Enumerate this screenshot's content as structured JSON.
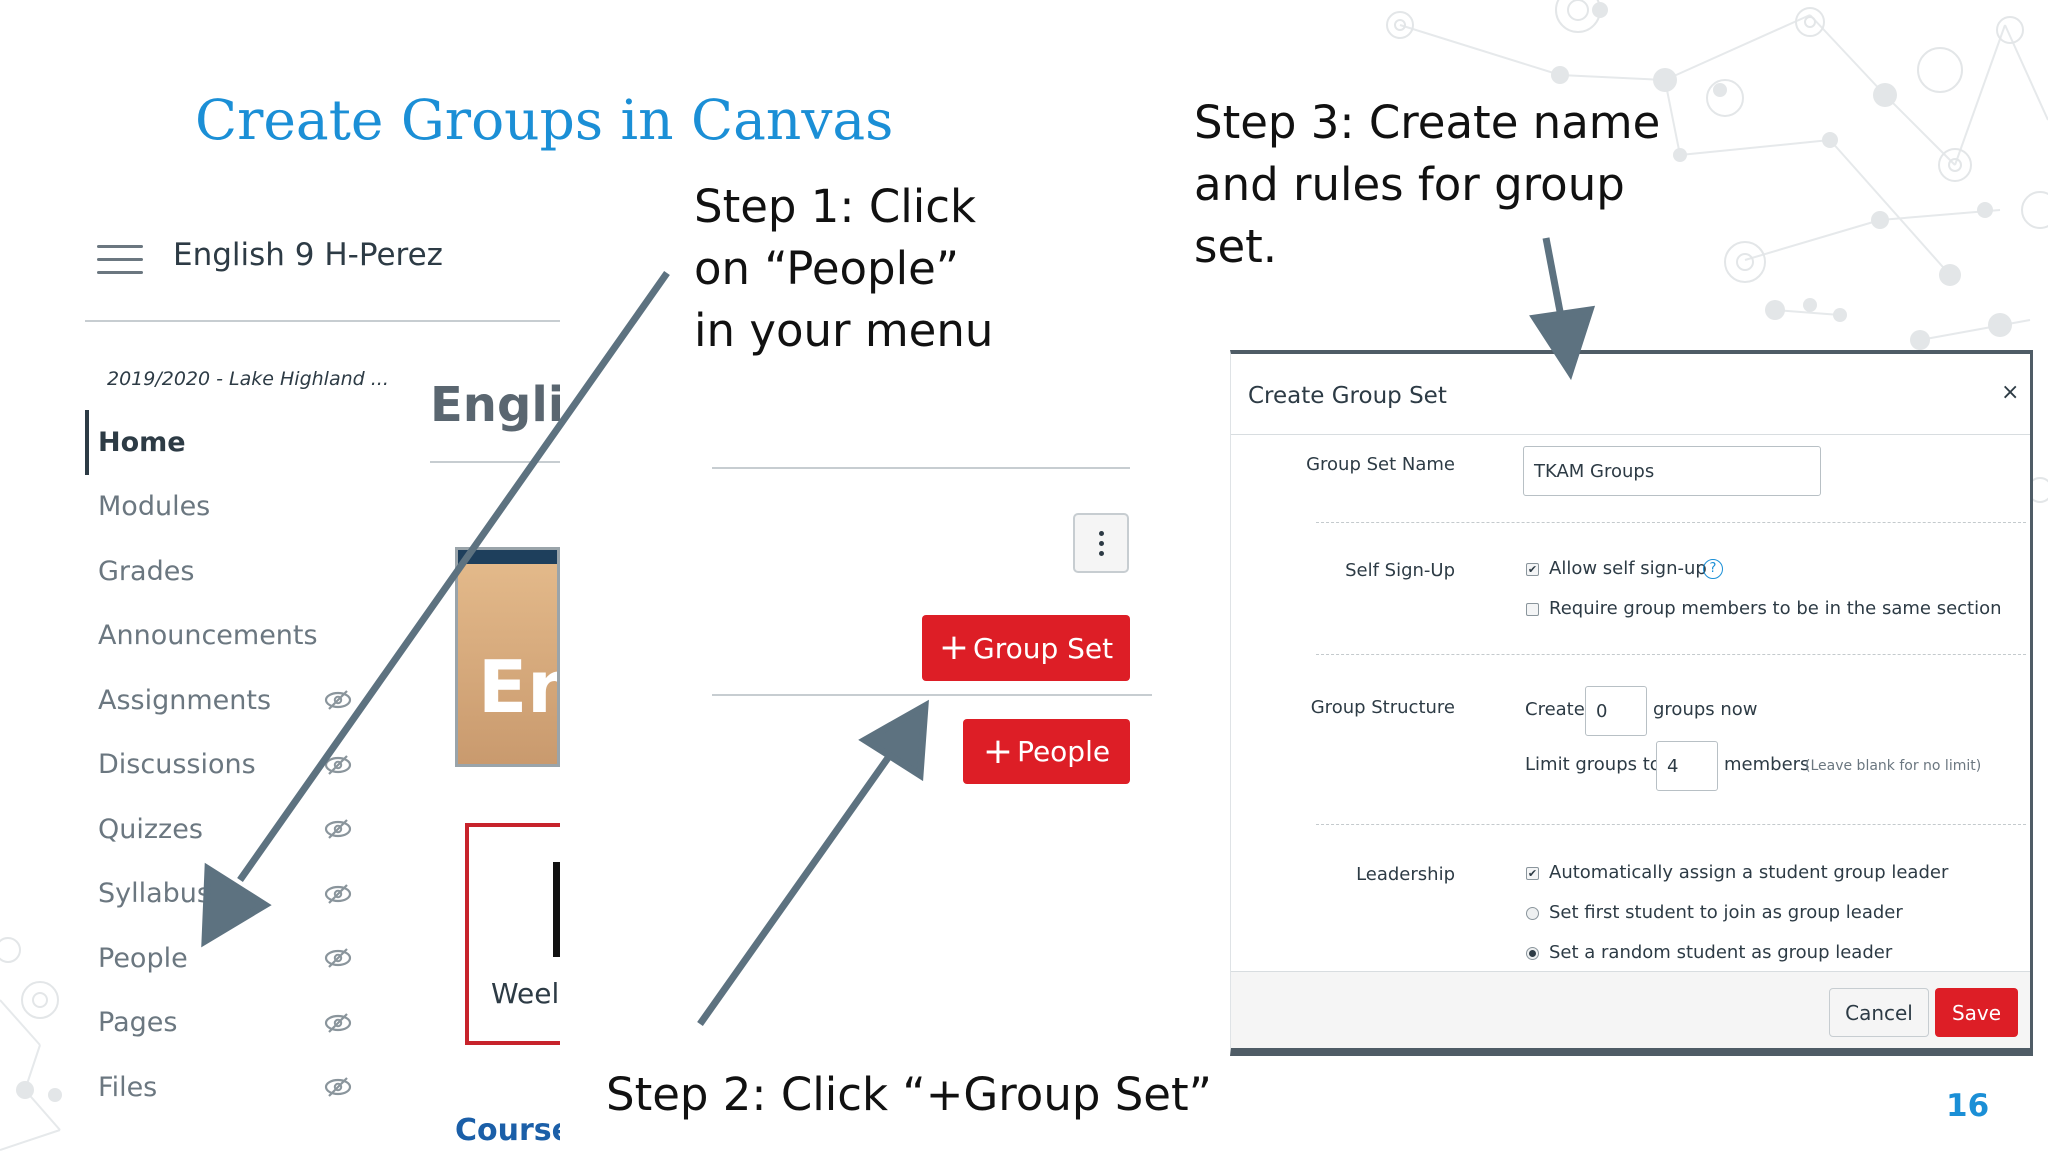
{
  "slide": {
    "title": "Create Groups in Canvas",
    "page_number": "16",
    "accent_color": "#1b8fd6",
    "arrow_color": "#5d7280"
  },
  "steps": {
    "step1_lines": [
      "Step 1: Click",
      "on “People”",
      "in your menu"
    ],
    "step2": "Step 2: Click “+Group Set”",
    "step3_lines": [
      "Step 3: Create name",
      "and rules for group",
      "set."
    ]
  },
  "canvas": {
    "menu_icon": "hamburger-icon",
    "course_name": "English 9 H-Perez",
    "term": "2019/2020 - Lake Highland ...",
    "nav": [
      {
        "label": "Home",
        "active": true,
        "hidden_icon": false
      },
      {
        "label": "Modules",
        "active": false,
        "hidden_icon": false
      },
      {
        "label": "Grades",
        "active": false,
        "hidden_icon": false
      },
      {
        "label": "Announcements",
        "active": false,
        "hidden_icon": false
      },
      {
        "label": "Assignments",
        "active": false,
        "hidden_icon": true
      },
      {
        "label": "Discussions",
        "active": false,
        "hidden_icon": true
      },
      {
        "label": "Quizzes",
        "active": false,
        "hidden_icon": true
      },
      {
        "label": "Syllabus",
        "active": false,
        "hidden_icon": true
      },
      {
        "label": "People",
        "active": false,
        "hidden_icon": true
      },
      {
        "label": "Pages",
        "active": false,
        "hidden_icon": true
      },
      {
        "label": "Files",
        "active": false,
        "hidden_icon": true
      }
    ],
    "hidden_icon_name": "eye-slash-icon",
    "page_heading": "Englis",
    "card_text": "En",
    "week_text": "Weel",
    "courses_text": "Course"
  },
  "groups_toolbar": {
    "menu_icon": "kebab-menu-icon",
    "group_set_label": "Group Set",
    "people_label": "People",
    "plus_icon": "plus-icon",
    "button_color": "#dd1e26"
  },
  "dialog": {
    "title": "Create Group Set",
    "close_label": "×",
    "group_set_name_label": "Group Set Name",
    "group_set_name_value": "TKAM Groups",
    "self_signup_label": "Self Sign-Up",
    "allow_self_signup": "Allow self sign-up",
    "require_same_section": "Require group members to be in the same section",
    "group_structure_label": "Group Structure",
    "create_label": "Create",
    "groups_count": "0",
    "groups_now": "groups now",
    "limit_groups_to": "Limit groups to",
    "limit_value": "4",
    "members_label": "members",
    "members_hint": "(Leave blank for no limit)",
    "leadership_label": "Leadership",
    "auto_assign_leader": "Automatically assign a student group leader",
    "first_student_leader": "Set first student to join as group leader",
    "random_student_leader": "Set a random student as group leader",
    "cancel_label": "Cancel",
    "save_label": "Save",
    "allow_self_signup_checked": true,
    "require_same_section_checked": false,
    "auto_assign_leader_checked": true,
    "leader_option_selected": "random"
  }
}
